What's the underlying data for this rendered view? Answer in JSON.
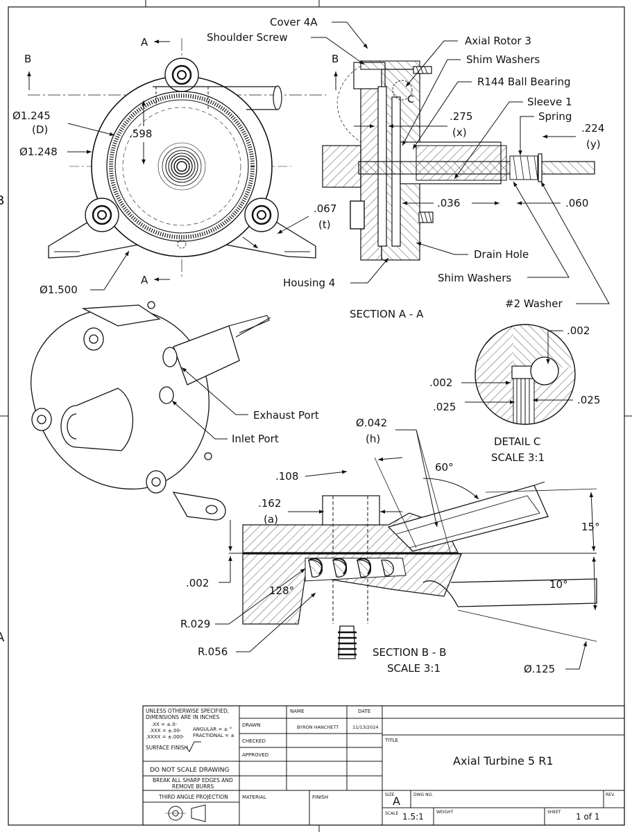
{
  "drawing": {
    "views": {
      "front": {
        "cut_a": "A",
        "cut_b": "B",
        "dims": {
          "d1245": "Ø1.245",
          "d1245_tag": "(D)",
          "d1248": "Ø1.248",
          "d598": ".598",
          "d067": ".067",
          "d067_tag": "(t)",
          "d1500": "Ø1.500"
        }
      },
      "section_aa": {
        "title": "SECTION A - A",
        "labels": {
          "cover": "Cover 4A",
          "screw": "Shoulder Screw",
          "rotor": "Axial Rotor 3",
          "shim1": "Shim Washers",
          "bearing": "R144 Ball Bearing",
          "sleeve": "Sleeve 1",
          "spring": "Spring",
          "drain": "Drain Hole",
          "housing": "Housing 4",
          "shim2": "Shim Washers",
          "washer": "#2 Washer",
          "detail_mark": "C"
        },
        "dims": {
          "d275": ".275",
          "d275_tag": "(x)",
          "d224": ".224",
          "d224_tag": "(y)",
          "d036": ".036",
          "d060": ".060"
        }
      },
      "iso": {
        "exhaust": "Exhaust Port",
        "inlet": "Inlet Port"
      },
      "detail_c": {
        "title": "DETAIL C",
        "scale": "SCALE 3:1",
        "dims": {
          "d002a": ".002",
          "d002b": ".002",
          "d025a": ".025",
          "d025b": ".025"
        }
      },
      "section_bb": {
        "title": "SECTION B - B",
        "scale": "SCALE 3:1",
        "dims": {
          "d042": "Ø.042",
          "d042_tag": "(h)",
          "a60": "60°",
          "d108": ".108",
          "d162": ".162",
          "d162_tag": "(a)",
          "a15": "15°",
          "d002": ".002",
          "a10": "10°",
          "a128": "128°",
          "r029": "R.029",
          "r056": "R.056",
          "d125": "Ø.125"
        }
      }
    }
  },
  "title_block": {
    "spec": {
      "line1": "UNLESS OTHERWISE SPECIFIED,",
      "line2": "DIMENSIONS ARE IN INCHES",
      "tol_xx": ".XX = ±.0-",
      "tol_xxx": ".XXX = ±.00-",
      "tol_xxxx": ".XXXX = ±.000-",
      "angular": "ANGULAR = ± °",
      "fractional": "FRACTIONAL = ±",
      "surface": "SURFACE FINISH"
    },
    "do_not_scale": "DO NOT SCALE DRAWING",
    "break_edges1": "BREAK ALL SHARP EDGES AND",
    "break_edges2": "REMOVE BURRS",
    "projection": "THIRD ANGLE PROJECTION",
    "name_header": "NAME",
    "date_header": "DATE",
    "drawn": "DRAWN",
    "checked": "CHECKED",
    "approved": "APPROVED",
    "drawn_name": "BYRON HANCHETT",
    "drawn_date": "11/13/2024",
    "material": "MATERIAL",
    "finish": "FINISH",
    "title_label": "TITLE",
    "title": "Axial Turbine 5 R1",
    "size_label": "SIZE",
    "size": "A",
    "dwg_label": "DWG NO.",
    "rev_label": "REV.",
    "scale_label": "SCALE",
    "scale": "1.5:1",
    "weight_label": "WEIGHT",
    "sheet_label": "SHEET",
    "sheet": "1 of 1"
  },
  "margin_zones": {
    "left_b": "B",
    "left_a": "A"
  }
}
